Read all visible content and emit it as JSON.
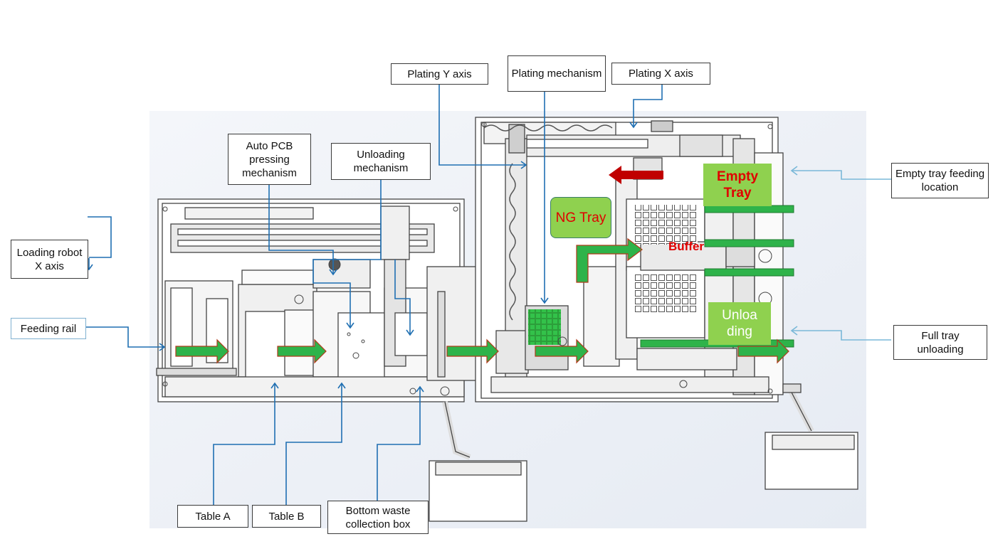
{
  "labels": {
    "plating_y_axis": "Plating Y axis",
    "plating_mechanism": "Plating mechanism",
    "plating_x_axis": "Plating X axis",
    "auto_pcb_pressing": "Auto PCB pressing mechanism",
    "unloading_mechanism": "Unloading mechanism",
    "loading_robot_x_axis": "Loading robot X axis",
    "feeding_rail": "Feeding rail",
    "empty_tray_feeding_location": "Empty tray feeding location",
    "full_tray_unloading": "Full tray unloading",
    "table_a": "Table A",
    "table_b": "Table B",
    "bottom_waste_collection_box": "Bottom waste collection box"
  },
  "tags": {
    "ng_tray": "NG Tray",
    "empty_tray": "Empty Tray",
    "buffer": "Buffer",
    "unloading": "Unloa ding"
  },
  "colors": {
    "tag_green": "#8fd14f",
    "flow_arrow": "#2eb34a",
    "red_text": "#e00000",
    "callout_line": "#1f6fb2",
    "machine_bg": "#eef1f6"
  }
}
